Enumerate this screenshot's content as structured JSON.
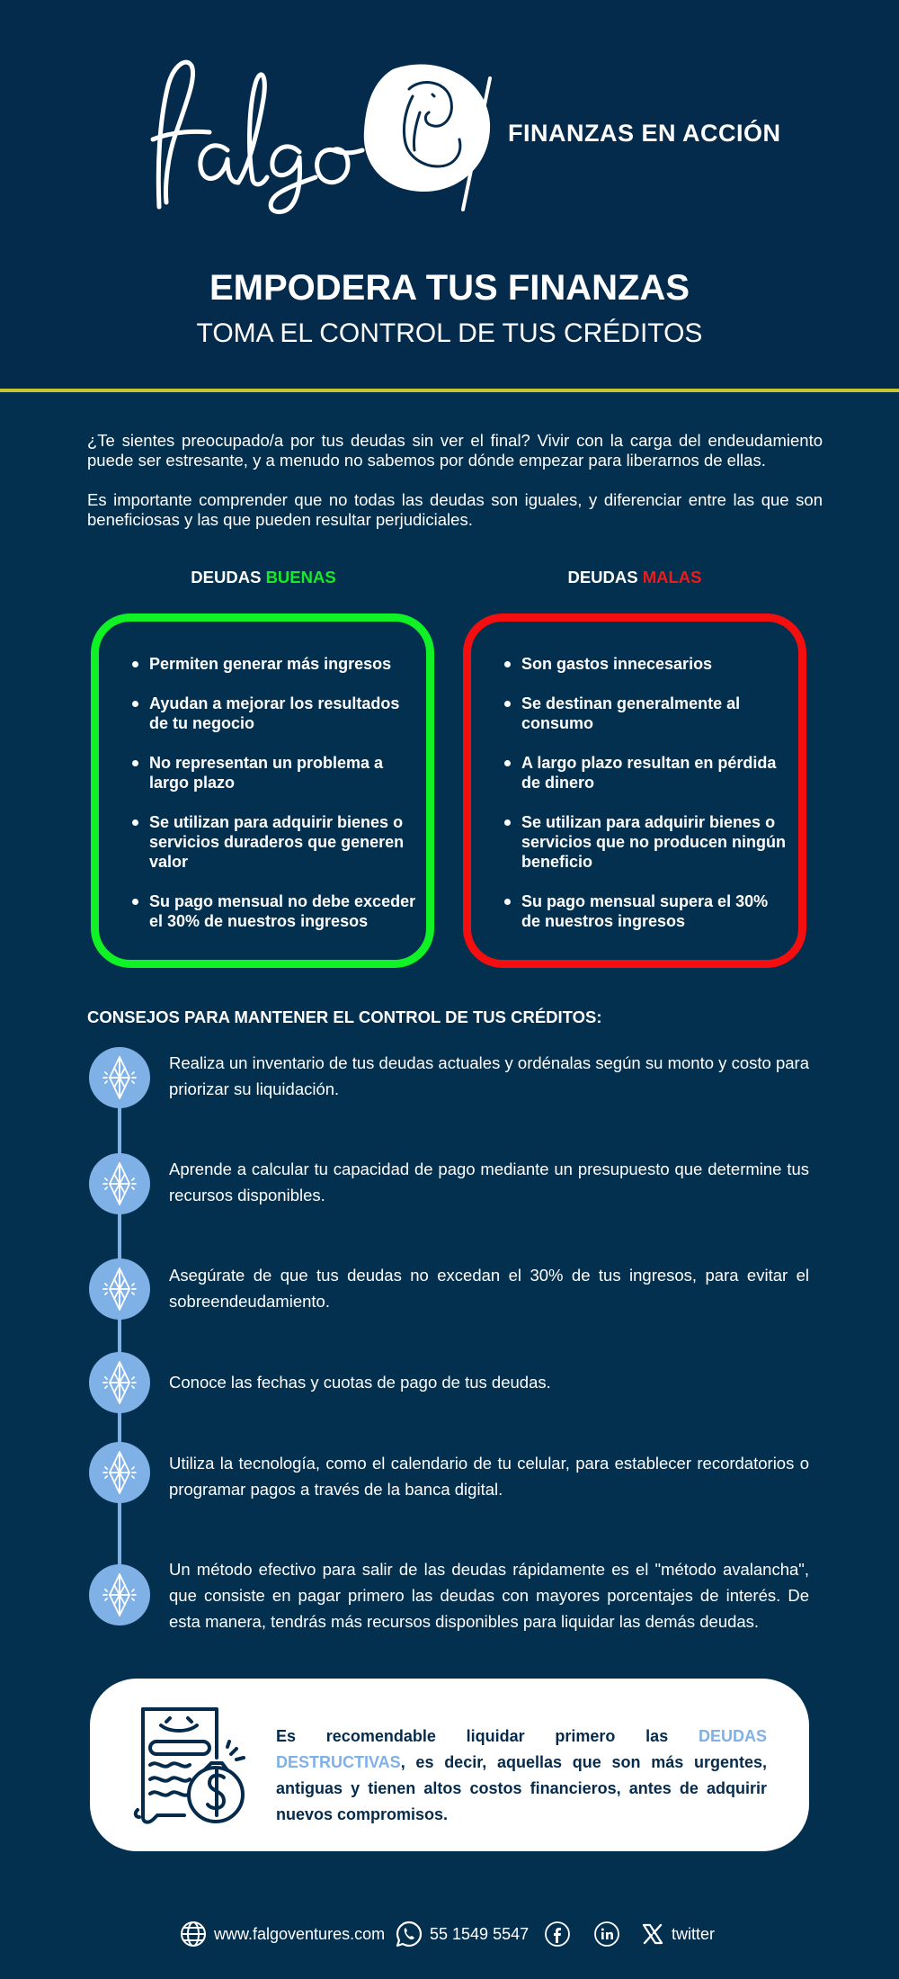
{
  "brand": {
    "name": "falgo",
    "tagline": "FINANZAS EN ACCIÓN"
  },
  "hero": {
    "title": "EMPODERA TUS FINANZAS",
    "subtitle": "TOMA EL CONTROL DE TUS CRÉDITOS"
  },
  "intro": [
    "¿Te sientes preocupado/a por tus deudas sin ver el final? Vivir con la carga del endeudamiento puede ser estresante, y a menudo no sabemos por dónde empezar para liberarnos de ellas.",
    "Es importante comprender que no todas las deudas son iguales, y diferenciar entre las que son beneficiosas y las que pueden resultar perjudiciales."
  ],
  "good_debts": {
    "title_prefix": "DEUDAS",
    "title_word": "BUENAS",
    "items": [
      "Permiten generar más ingresos",
      "Ayudan a mejorar los resultados de tu negocio",
      "No representan un problema a largo plazo",
      "Se utilizan para adquirir bienes o servicios duraderos que generen valor",
      "Su pago mensual no debe exceder el 30% de nuestros ingresos"
    ]
  },
  "bad_debts": {
    "title_prefix": "DEUDAS",
    "title_word": "MALAS",
    "items": [
      "Son gastos innecesarios",
      "Se destinan generalmente al consumo",
      "A largo plazo resultan en pérdida de dinero",
      "Se utilizan para adquirir bienes o servicios que no producen ningún beneficio",
      "Su pago mensual supera el 30% de nuestros ingresos"
    ]
  },
  "tips": {
    "title": "CONSEJOS PARA MANTENER EL CONTROL DE TUS CRÉDITOS:",
    "icon": "diamond-sparkle-icon",
    "items": [
      "Realiza un inventario de tus deudas actuales y ordénalas según su monto y costo para priorizar su liquidación.",
      "Aprende a calcular tu capacidad de pago mediante un presupuesto que determine tus recursos disponibles.",
      "Asegúrate de que tus deudas no excedan el 30% de tus ingresos, para evitar el sobreendeudamiento.",
      "Conoce las fechas y cuotas de pago de tus deudas.",
      "Utiliza la tecnología, como el calendario de tu celular, para establecer recordatorios o programar pagos a través de la banca digital.",
      "Un método efectivo para salir de las deudas rápidamente es el \"método avalancha\", que consiste en pagar primero las deudas con mayores porcentajes de interés. De esta manera, tendrás más recursos disponibles para liquidar las demás deudas."
    ]
  },
  "callout": {
    "icon": "bill-money-bag-icon",
    "before": "Es recomendable liquidar primero las ",
    "highlight": "DEUDAS DESTRUCTIVAS",
    "after": ", es decir, aquellas que son más urgentes, antiguas y tienen altos costos financieros, antes de adquirir nuevos compromisos."
  },
  "footer": {
    "website": "www.falgoventures.com",
    "phone": "55 1549 5547",
    "twitter": "twitter"
  },
  "colors": {
    "background": "#04304f",
    "header": "#052b4c",
    "divider": "#c8c533",
    "good": "#17ea2b",
    "bad": "#ef1a1a",
    "accent": "#7fb0e6"
  }
}
